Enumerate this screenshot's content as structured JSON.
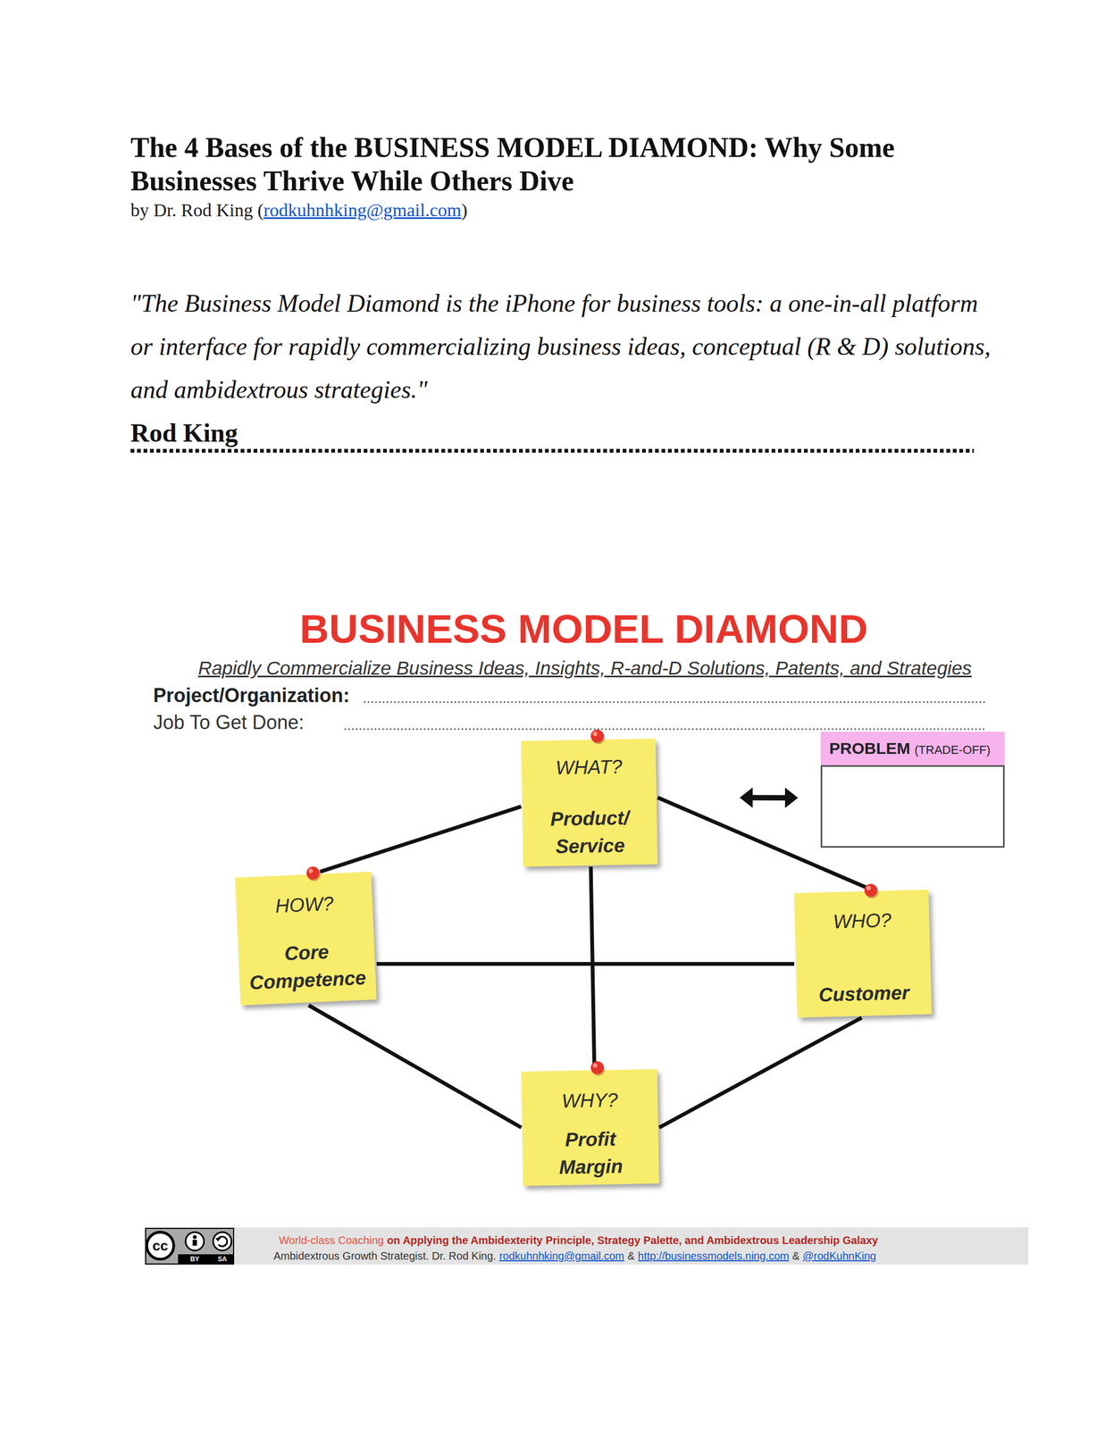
{
  "diagram": {
    "title": "The 4 Bases of the BUSINESS MODEL DIAMOND: Why Some Businesses Thrive While Others Dive",
    "nodes": [
      {
        "text": [
          "WHAT?",
          "Product/ Service"
        ]
      },
      {
        "text": [
          "PROBLEM",
          "(TRADE-OFF)"
        ]
      },
      {
        "text": [
          "HOW?",
          "Core Competence"
        ]
      },
      {
        "text": [
          "WHO?",
          "Customer"
        ]
      },
      {
        "text": [
          "WHY?",
          "Profit Margin"
        ]
      }
    ],
    "edges": [
      {
        "from": 0,
        "to": 2,
        "arrow": "none"
      },
      {
        "from": 0,
        "to": 3,
        "arrow": "none"
      },
      {
        "from": 0,
        "to": 4,
        "arrow": "none"
      },
      {
        "from": 2,
        "to": 3,
        "arrow": "none"
      },
      {
        "from": 2,
        "to": 4,
        "arrow": "none"
      },
      {
        "from": 3,
        "to": 4,
        "arrow": "none"
      },
      {
        "from": 0,
        "to": 1,
        "arrow": "both"
      }
    ],
    "labels": [
      "by Dr. Rod King (",
      "rodkuhnhking@gmail.com",
      ")",
      "\"The Business Model Diamond is the iPhone for business tools: a one-in-all platform or interface for rapidly commercializing business ideas, conceptual (R & D) solutions, and ambidextrous strategies.\"",
      "Rod King",
      "BUSINESS MODEL DIAMOND",
      "Rapidly Commercialize Business Ideas, Insights, R-and-D Solutions, Patents, and Strategies",
      "Project/Organization:",
      "Job To Get Done:",
      "cc",
      "BY",
      "SA",
      "World-class Coaching",
      "on Applying the Ambidexterity Principle, Strategy Palette, and Ambidextrous Leadership Galaxy",
      "Ambidextrous Growth Strategist. Dr. Rod King.",
      "rodkuhnhking@gmail.com",
      "&",
      "http://businessmodels.ning.com",
      "&",
      "@rodKuhnKing"
    ]
  }
}
